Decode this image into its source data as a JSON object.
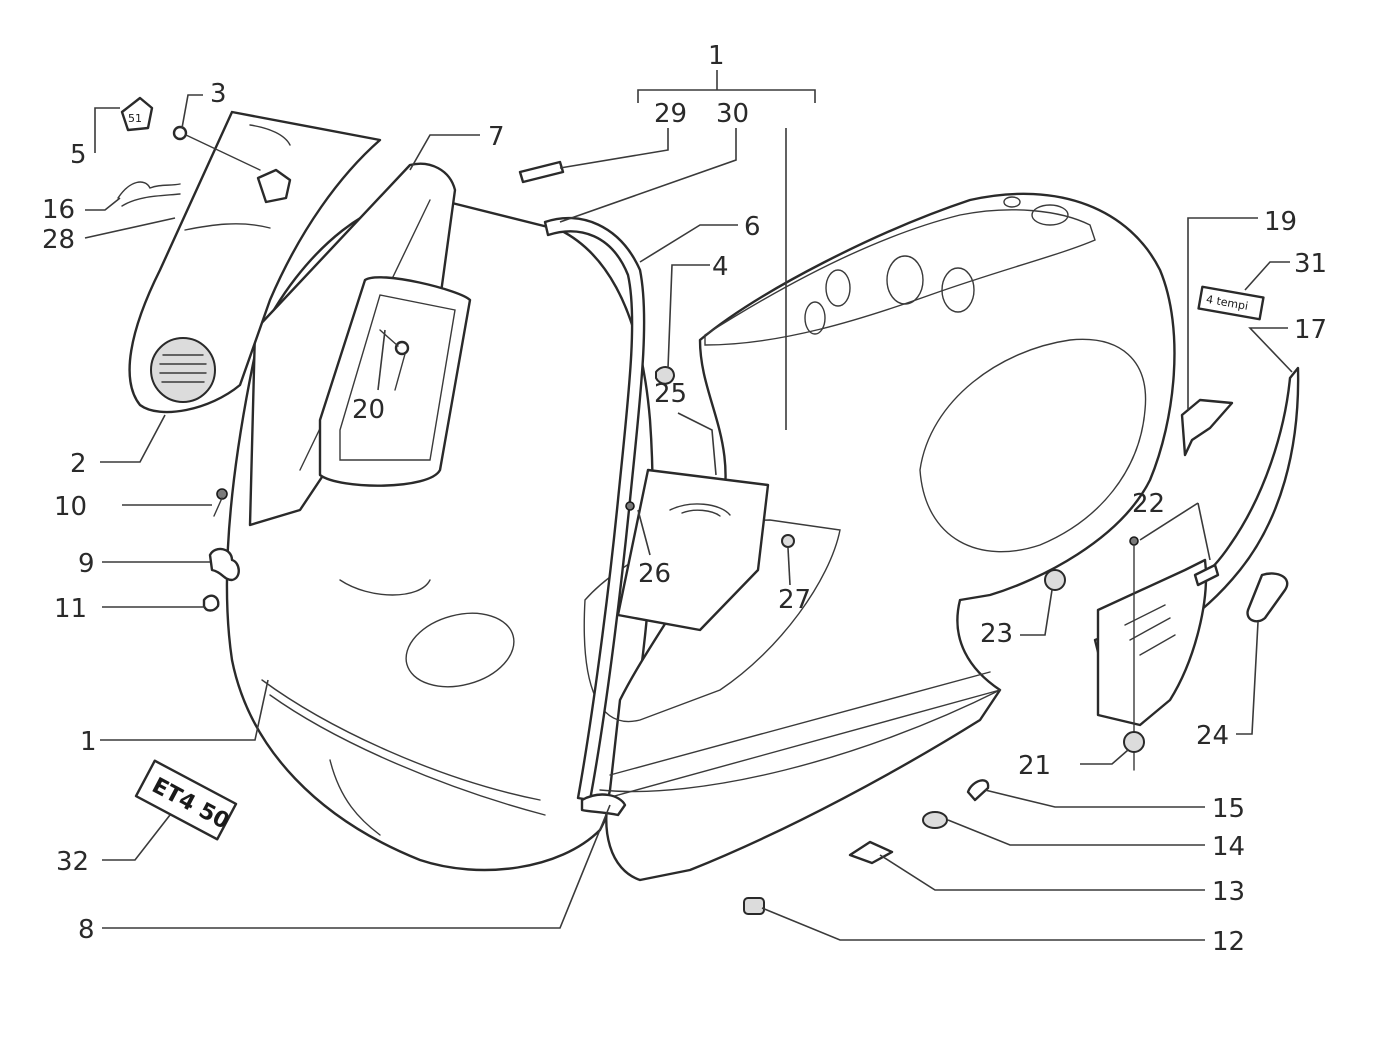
{
  "callouts": {
    "c1_top": "1",
    "c29": "29",
    "c30": "30",
    "c3": "3",
    "c5": "5",
    "c16": "16",
    "c28": "28",
    "c7": "7",
    "c6": "6",
    "c4": "4",
    "c19": "19",
    "c31": "31",
    "c17": "17",
    "c2": "2",
    "c20": "20",
    "c25": "25",
    "c10": "10",
    "c9": "9",
    "c11": "11",
    "c26": "26",
    "c27": "27",
    "c22": "22",
    "c23": "23",
    "c24": "24",
    "c21": "21",
    "c1_bottom": "1",
    "c15": "15",
    "c14": "14",
    "c32": "32",
    "c13": "13",
    "c8": "8",
    "c12": "12"
  },
  "decals": {
    "model_plate": "ET4 50",
    "side_badge": "4 tempi"
  },
  "colors": {
    "line": "#2a2a2a",
    "background": "#ffffff"
  }
}
